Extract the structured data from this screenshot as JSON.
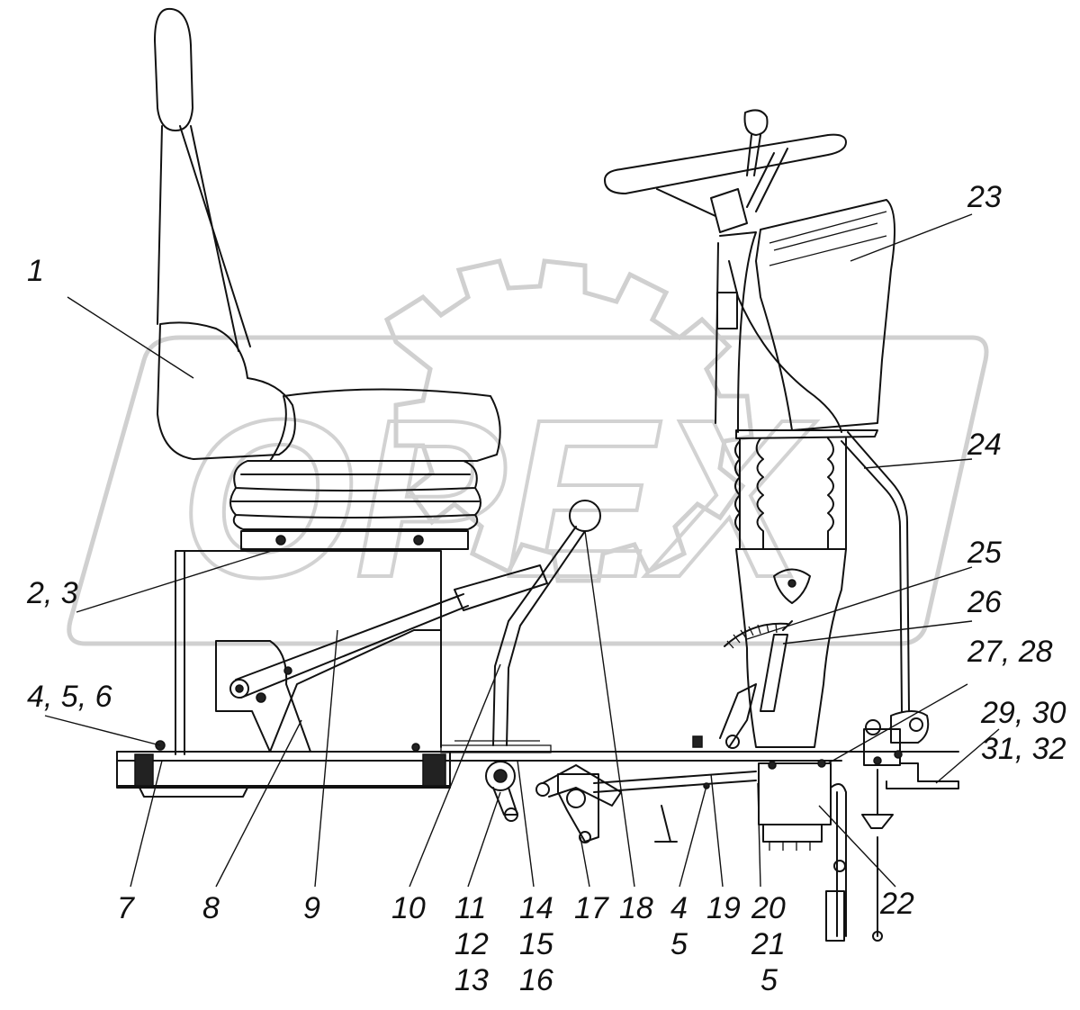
{
  "watermark": {
    "text": "OPEX"
  },
  "labels": [
    {
      "id": "l1",
      "text": "1"
    },
    {
      "id": "l2",
      "text": "2, 3"
    },
    {
      "id": "l3",
      "text": "4, 5, 6"
    },
    {
      "id": "l4",
      "text": "7"
    },
    {
      "id": "l5",
      "text": "8"
    },
    {
      "id": "l6",
      "text": "9"
    },
    {
      "id": "l7",
      "text": "10"
    },
    {
      "id": "l8",
      "text": "11"
    },
    {
      "id": "l9",
      "text": "12"
    },
    {
      "id": "l10",
      "text": "13"
    },
    {
      "id": "l11",
      "text": "14"
    },
    {
      "id": "l12",
      "text": "15"
    },
    {
      "id": "l13",
      "text": "16"
    },
    {
      "id": "l14",
      "text": "17"
    },
    {
      "id": "l15",
      "text": "18"
    },
    {
      "id": "l16",
      "text": "4"
    },
    {
      "id": "l17",
      "text": "5"
    },
    {
      "id": "l18",
      "text": "19"
    },
    {
      "id": "l19",
      "text": "20"
    },
    {
      "id": "l20",
      "text": "21"
    },
    {
      "id": "l21",
      "text": "5"
    },
    {
      "id": "l22",
      "text": "22"
    },
    {
      "id": "l23",
      "text": "23"
    },
    {
      "id": "l24",
      "text": "24"
    },
    {
      "id": "l25",
      "text": "25"
    },
    {
      "id": "l26",
      "text": "26"
    },
    {
      "id": "l27",
      "text": "27, 28"
    },
    {
      "id": "l28",
      "text": "29, 30"
    },
    {
      "id": "l29",
      "text": "31, 32"
    }
  ]
}
